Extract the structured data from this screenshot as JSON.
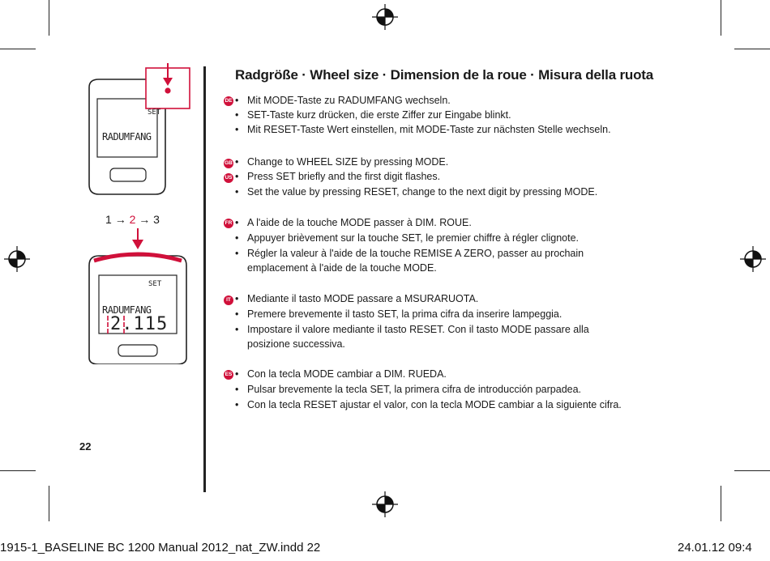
{
  "heading": "Radgröße · Wheel size · Dimension de la roue · Misura della ruota",
  "device_top": {
    "set_label": "SET",
    "display_text": "RADUMFANG"
  },
  "sequence": {
    "first": "1",
    "arrow1": "→",
    "second": "2",
    "arrow2": "→",
    "third": "3",
    "highlight_color": "#d0103a"
  },
  "device_bottom": {
    "set_label": "SET",
    "display_text": "RADUMFANG",
    "digits": "2.115"
  },
  "sections": {
    "de": {
      "badge": "DE",
      "lines": [
        "Mit MODE-Taste zu RADUMFANG wechseln.",
        "SET-Taste kurz drücken, die erste Ziffer zur Eingabe blinkt.",
        "Mit RESET-Taste Wert einstellen, mit MODE-Taste zur nächsten Stelle wechseln."
      ]
    },
    "en": {
      "badge_gb": "GB",
      "badge_us": "US",
      "lines": [
        "Change to WHEEL SIZE by pressing MODE.",
        "Press SET briefly and the first digit flashes.",
        "Set the value by pressing RESET, change to the next digit by pressing MODE."
      ]
    },
    "fr": {
      "badge": "FR",
      "lines": [
        "A l'aide de la touche MODE passer à DIM. ROUE.",
        "Appuyer brièvement sur la touche SET, le premier chiffre à régler clignote.",
        "Régler la valeur à l'aide de la touche REMISE A ZERO, passer au prochain",
        "emplacement à l'aide de la touche MODE."
      ]
    },
    "it": {
      "badge": "IT",
      "lines": [
        "Mediante il tasto MODE passare a MSURARUOTA.",
        "Premere brevemente il tasto SET, la prima cifra da inserire lampeggia.",
        "Impostare il valore mediante il tasto RESET. Con il tasto MODE passare alla",
        "posizione successiva."
      ]
    },
    "es": {
      "badge": "ES",
      "lines": [
        "Con la tecla MODE cambiar a DIM. RUEDA.",
        "Pulsar brevemente la tecla SET, la primera cifra de introducción parpadea.",
        "Con la tecla RESET ajustar el valor, con la tecla MODE cambiar a la siguiente cifra."
      ]
    }
  },
  "bullet_char": "•",
  "page_number": "22",
  "slug": {
    "file": "1915-1_BASELINE BC 1200 Manual 2012_nat_ZW.indd   22",
    "date": "24.01.12   09:4"
  }
}
